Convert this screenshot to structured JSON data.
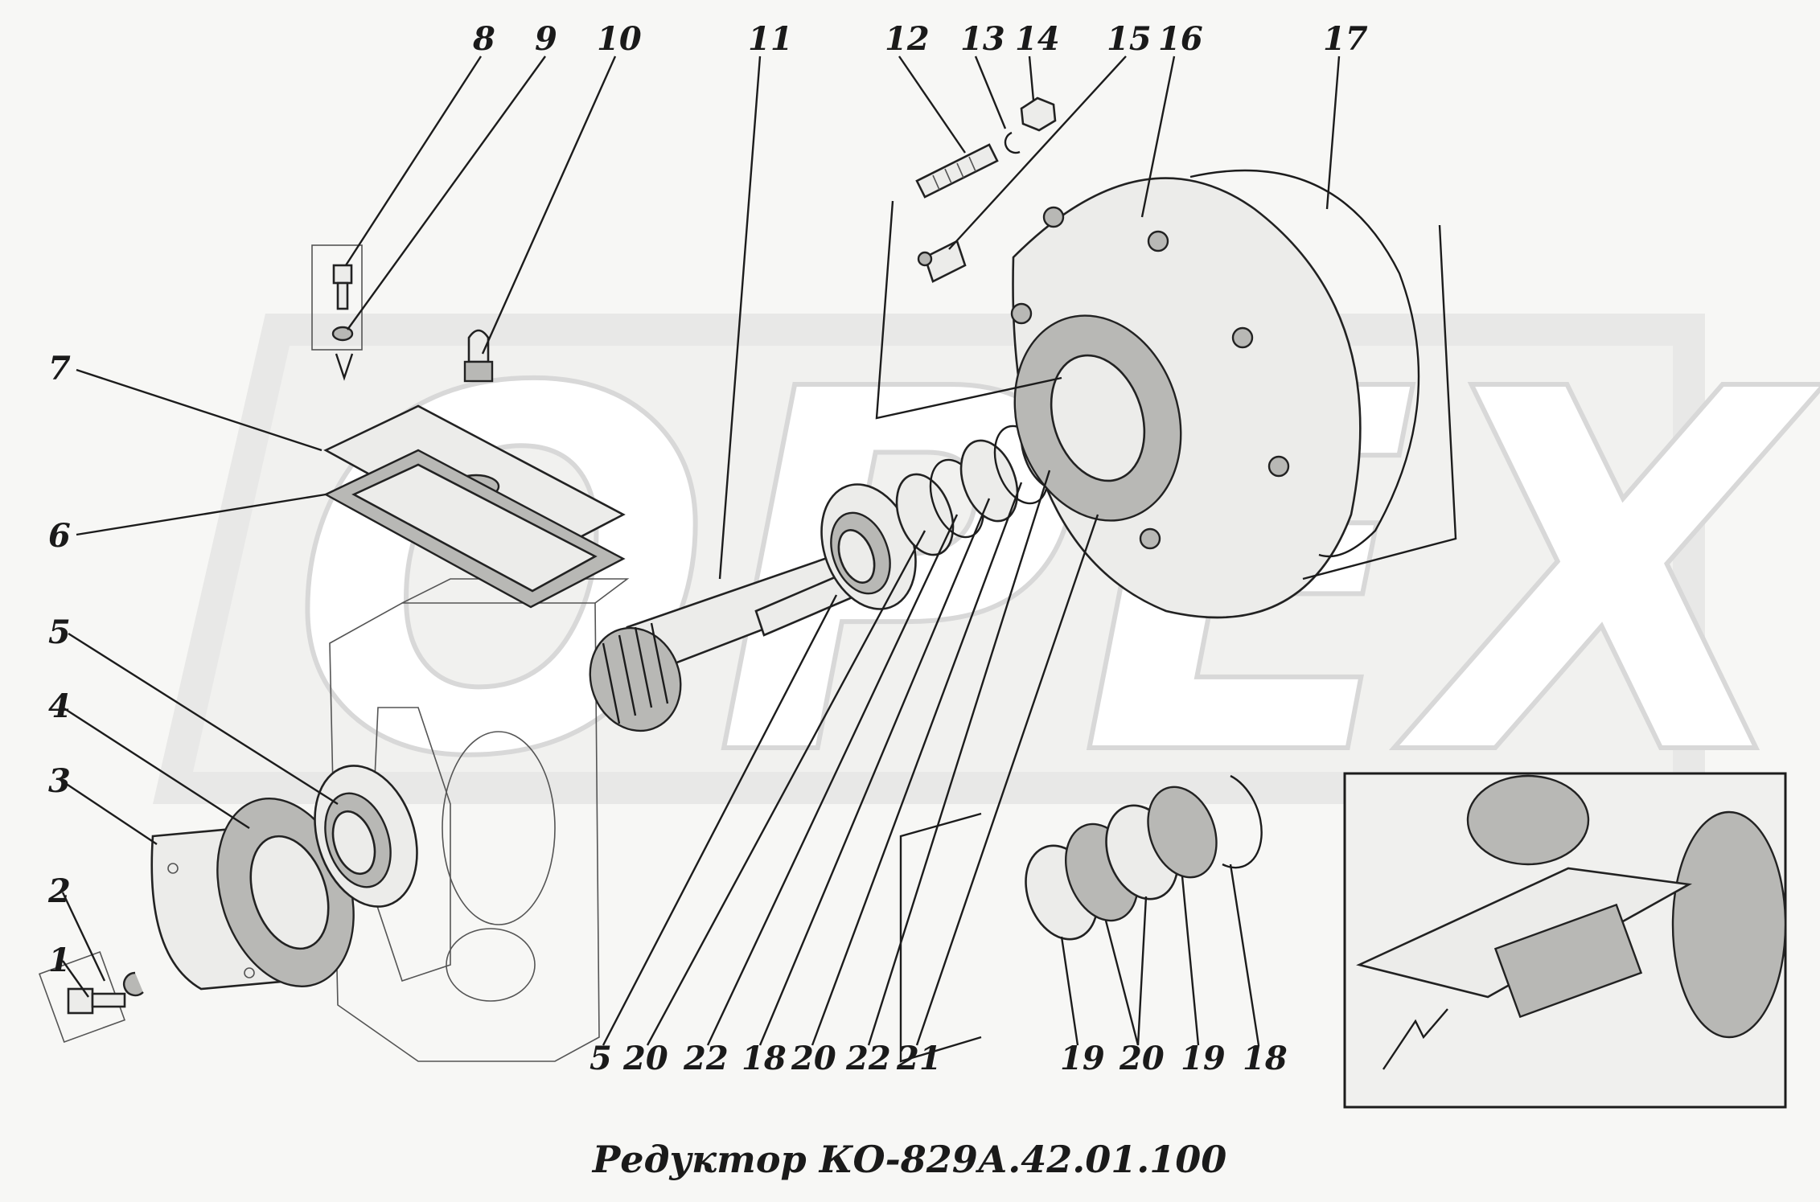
{
  "caption": "Редуктор КО-829А.42.01.100",
  "watermark": "OPEX",
  "callouts": {
    "n1": "1",
    "n2": "2",
    "n3": "3",
    "n4": "4",
    "n5a": "5",
    "n6": "6",
    "n7": "7",
    "n8": "8",
    "n9": "9",
    "n10": "10",
    "n11": "11",
    "n12": "12",
    "n13": "13",
    "n14": "14",
    "n15": "15",
    "n16": "16",
    "n17": "17",
    "b5": "5",
    "b20a": "20",
    "b22a": "22",
    "b18a": "18",
    "b20b": "20",
    "b22b": "22",
    "b21": "21",
    "r19a": "19",
    "r20": "20",
    "r19b": "19",
    "r18": "18"
  },
  "colors": {
    "line": "#1c1c1c",
    "background": "#f7f7f5",
    "watermark": "#d8d8d8"
  }
}
